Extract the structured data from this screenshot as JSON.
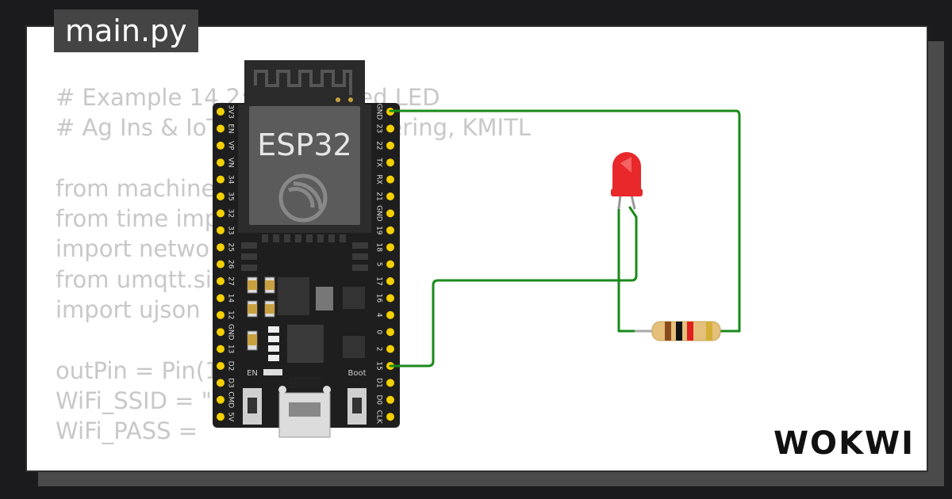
{
  "editor": {
    "tab_title": "main.py",
    "code_lines": [
      "# Example 14.2:  ...  ntrolled LED",
      "# Ag Ins & IoT  ...  Ag.Engineering, KMITL",
      "",
      "from machine",
      "from time imp",
      "import netwo",
      "from umqtt.si  ...  QTTClient",
      "import ujson",
      "",
      "outPin = Pin(1",
      "WiFi_SSID = \"",
      "WiFi_PASS ="
    ]
  },
  "board": {
    "chip_label": "ESP32",
    "left_pins": [
      "3V3",
      "EN",
      "VP",
      "VN",
      "34",
      "35",
      "32",
      "33",
      "25",
      "26",
      "27",
      "14",
      "12",
      "GND",
      "13",
      "D2",
      "D3",
      "CMD",
      "5V"
    ],
    "right_pins": [
      "GND",
      "23",
      "22",
      "TX",
      "RX",
      "21",
      "GND",
      "19",
      "18",
      "5",
      "17",
      "16",
      "4",
      "0",
      "2",
      "15",
      "D1",
      "D0",
      "CLK"
    ],
    "en_label": "EN",
    "boot_label": "Boot"
  },
  "components": {
    "led_color": "#e8282a",
    "wire_color": "#1a8a1a"
  },
  "brand": {
    "logo_text": "WOKWI"
  }
}
